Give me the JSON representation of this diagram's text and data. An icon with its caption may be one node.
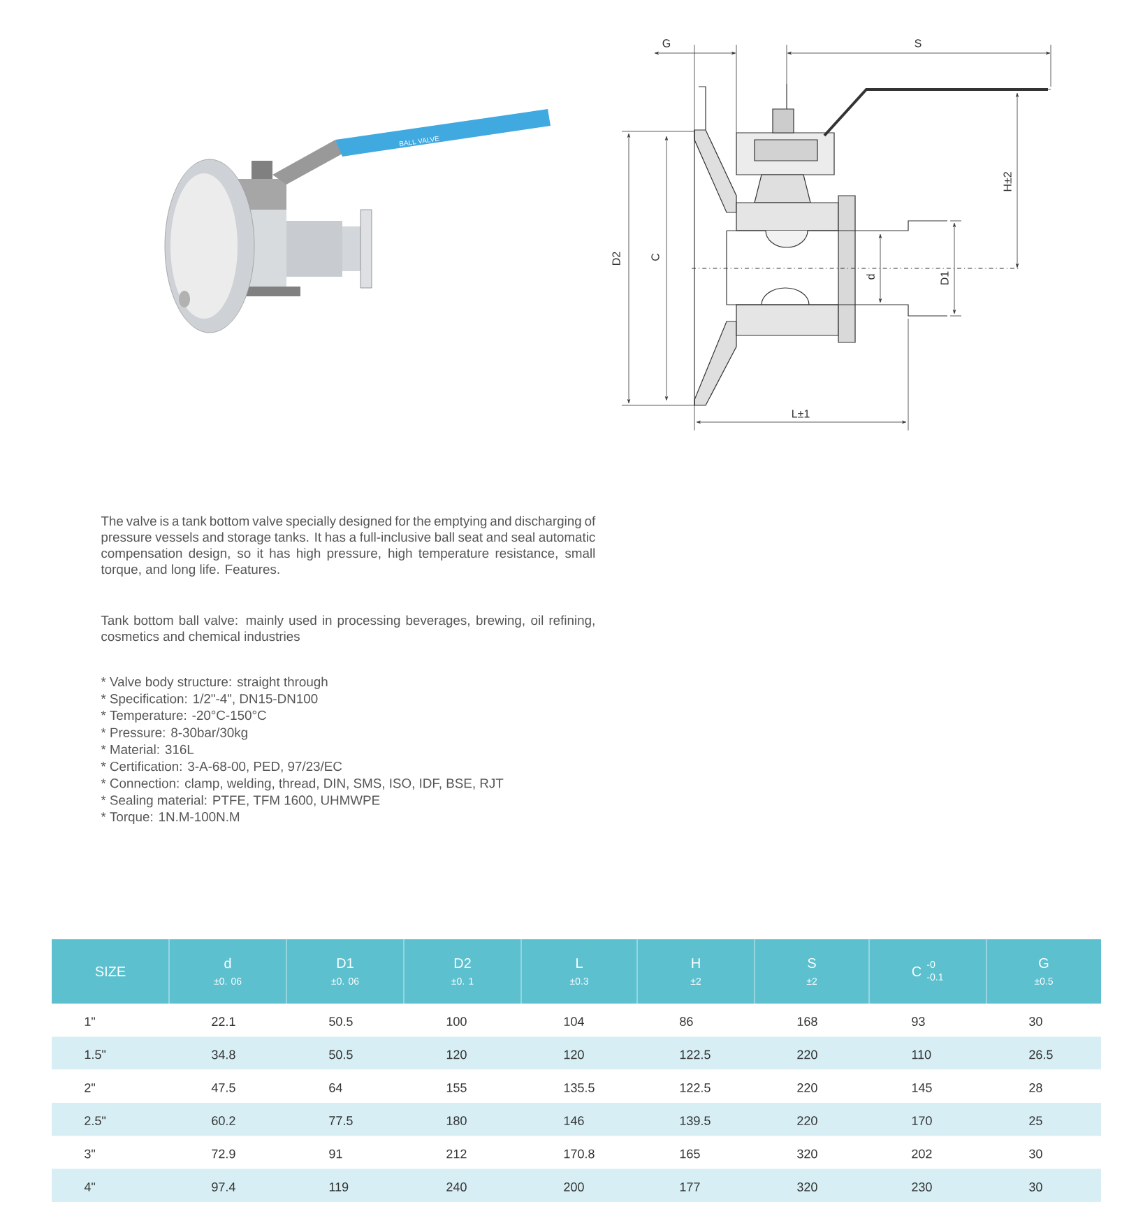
{
  "diagram": {
    "labels": [
      "BALL VALVE",
      "G",
      "S",
      "H±2",
      "D2",
      "C",
      "d",
      "D1",
      "L±1",
      "The valve is a tank bottom valve specially designed for the emptying and discharging of pressure vessels and storage tanks. It has a full-inclusive ball seat and seal automatic compensation design, so it has high pressure, high temperature resistance, small torque, and long life. Features.",
      "Tank bottom ball valve: mainly used in processing beverages, brewing, oil refining, cosmetics and chemical industries",
      "* Valve body structure: straight through",
      "* Specification: 1/2\"-4\", DN15-DN100",
      "* Temperature: -20°C-150°C",
      "* Pressure: 8-30bar/30kg",
      "* Material: 316L",
      "* Certification: 3-A-68-00, PED, 97/23/EC",
      "* Connection: clamp, welding, thread, DIN, SMS, ISO, IDF, BSE, RJT",
      "* Sealing material: PTFE, TFM 1600, UHMWPE",
      "* Torque: 1N.M-100N.M",
      "SIZE",
      "d",
      "±0. 06",
      "D1",
      "±0. 06",
      "D2",
      "±0. 1",
      "L",
      "±0.3",
      "H",
      "±2",
      "S",
      "±2",
      "C",
      "-0",
      "-0.1",
      "G",
      "±0.5",
      "1\"",
      "22.1",
      "50.5",
      "100",
      "104",
      "86",
      "168",
      "93",
      "30",
      "1.5\"",
      "34.8",
      "50.5",
      "120",
      "120",
      "122.5",
      "220",
      "110",
      "26.5",
      "2\"",
      "47.5",
      "64",
      "155",
      "135.5",
      "122.5",
      "220",
      "145",
      "28",
      "2.5\"",
      "60.2",
      "77.5",
      "180",
      "146",
      "139.5",
      "220",
      "170",
      "25",
      "3\"",
      "72.9",
      "91",
      "212",
      "170.8",
      "165",
      "320",
      "202",
      "30",
      "4\"",
      "97.4",
      "119",
      "240",
      "200",
      "177",
      "320",
      "230",
      "30"
    ]
  }
}
